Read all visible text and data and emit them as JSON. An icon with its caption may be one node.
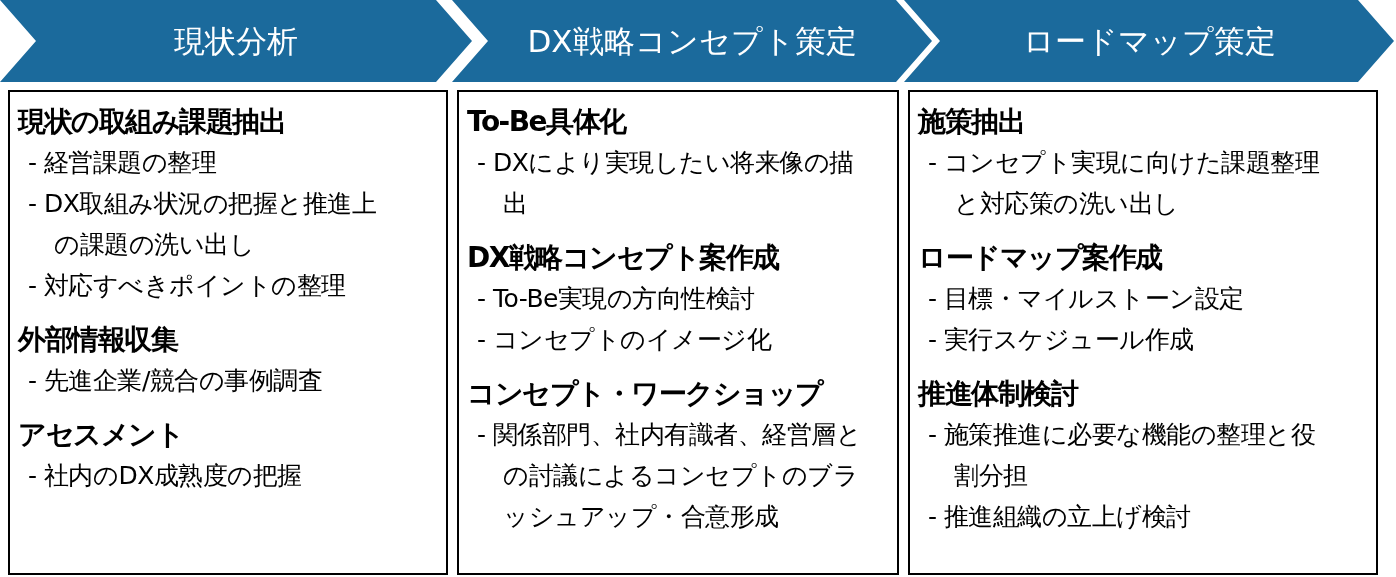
{
  "diagram": {
    "nodes": [
      {
        "text": [
          "現状分析"
        ]
      },
      {
        "text": [
          "DX戦略コンセプト策定"
        ]
      },
      {
        "text": [
          "ロードマップ策定"
        ]
      },
      {
        "text": [
          "現状の取組み課題抽出",
          "- 経営課題の整理",
          "- DX取組み状況の把握と推進上の課題の洗い出し",
          "- 対応すべきポイントの整理",
          "外部情報収集",
          "- 先進企業/競合の事例調査",
          "アセスメント",
          "- 社内のDX成熟度の把握"
        ]
      },
      {
        "text": [
          "To-Be具体化",
          "- DXにより実現したい将来像の描出",
          "DX戦略コンセプト案作成",
          "- To-Be実現の方向性検討",
          "- コンセプトのイメージ化",
          "コンセプト・ワークショップ",
          "- 関係部門、社内有識者、経営層との討議によるコンセプトのブラッシュアップ・合意形成"
        ]
      },
      {
        "text": [
          "施策抽出",
          "- コンセプト実現に向けた課題整理と対応策の洗い出し",
          "ロードマップ案作成",
          "- 目標・マイルストーン設定",
          "- 実行スケジュール作成",
          "推進体制検討",
          "- 施策推進に必要な機能の整理と役割分担",
          "- 推進組織の立上げ検討"
        ]
      }
    ]
  }
}
